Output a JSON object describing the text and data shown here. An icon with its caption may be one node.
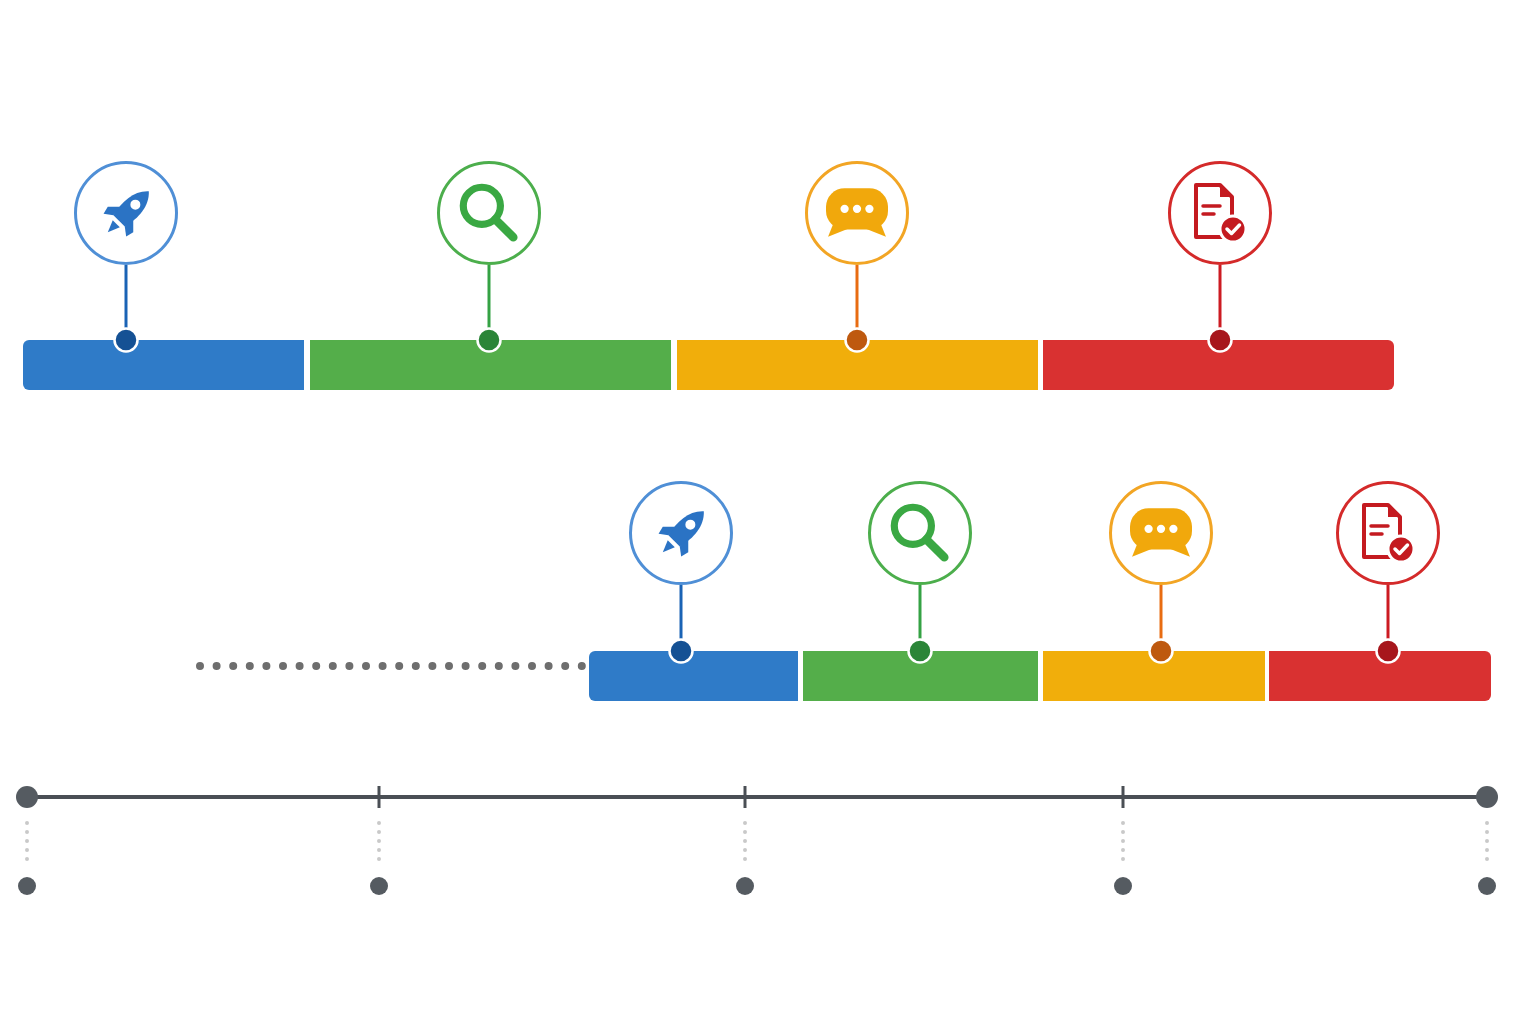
{
  "diagram": {
    "nodes": [
      {
        "text": [],
        "shape": "circle"
      },
      {
        "text": [],
        "shape": "circle"
      },
      {
        "text": [],
        "shape": "circle"
      },
      {
        "text": [],
        "shape": "circle"
      },
      {
        "text": [],
        "shape": "bar"
      },
      {
        "text": [],
        "shape": "bar"
      },
      {
        "text": [],
        "shape": "bar"
      },
      {
        "text": [],
        "shape": "bar"
      },
      {
        "text": [],
        "shape": "circle"
      },
      {
        "text": [],
        "shape": "circle"
      },
      {
        "text": [],
        "shape": "circle"
      },
      {
        "text": [],
        "shape": "circle"
      },
      {
        "text": [],
        "shape": "bar"
      },
      {
        "text": [],
        "shape": "bar"
      },
      {
        "text": [],
        "shape": "bar"
      },
      {
        "text": [],
        "shape": "bar"
      }
    ],
    "edges": [
      {
        "from": 0,
        "to": 4,
        "arrow": "other",
        "color": "#1a63b5"
      },
      {
        "from": 1,
        "to": 5,
        "arrow": "other",
        "color": "#35a244"
      },
      {
        "from": 2,
        "to": 6,
        "arrow": "other",
        "color": "#e86c12"
      },
      {
        "from": 3,
        "to": 7,
        "arrow": "other",
        "color": "#cc1b22"
      },
      {
        "from": 8,
        "to": 12,
        "arrow": "other",
        "color": "#1a63b5"
      },
      {
        "from": 9,
        "to": 13,
        "arrow": "other",
        "color": "#35a244"
      },
      {
        "from": 10,
        "to": 14,
        "arrow": "other",
        "color": "#e86c12"
      },
      {
        "from": 11,
        "to": 15,
        "arrow": "other",
        "color": "#cc1b22"
      },
      {
        "from": null,
        "to": 12,
        "arrow": "none",
        "style": "dashed",
        "color": "#6e6e6e"
      }
    ]
  }
}
